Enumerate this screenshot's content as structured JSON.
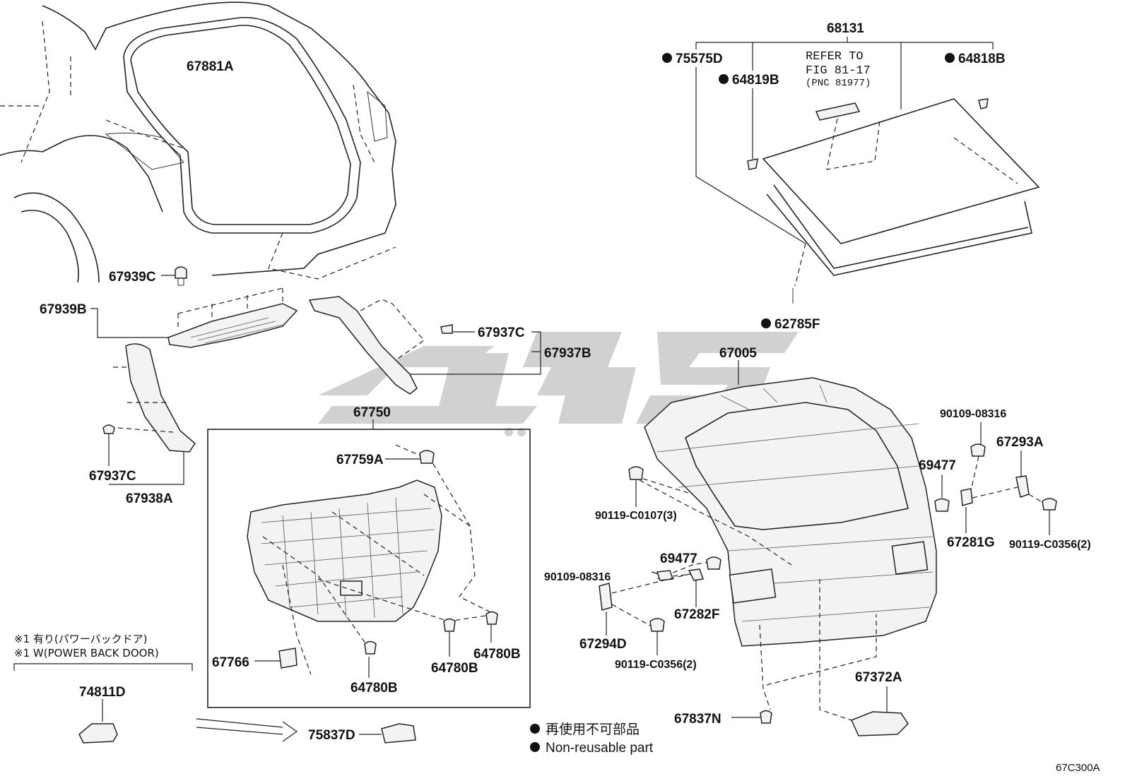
{
  "watermark": {
    "color": "#c9c9c9"
  },
  "accent_color": "#111111",
  "labels": {
    "p67881A": "67881A",
    "p67939C": "67939C",
    "p67939B": "67939B",
    "p67937C_top": "67937C",
    "p67937B": "67937B",
    "p67937C_left": "67937C",
    "p67938A": "67938A",
    "p67750": "67750",
    "p67759A": "67759A",
    "p67766": "67766",
    "p64780B_1": "64780B",
    "p64780B_2": "64780B",
    "p64780B_3": "64780B",
    "p74811D": "74811D",
    "p75837D": "75837D",
    "p68131": "68131",
    "p75575D": "75575D",
    "p64819B": "64819B",
    "p64818B": "64818B",
    "p62785F": "62785F",
    "p67005": "67005",
    "p90109_08316_r": "90109-08316",
    "p67293A": "67293A",
    "p69477_r": "69477",
    "p90119_C0107": "90119-C0107(3)",
    "p67281G": "67281G",
    "p90119_C0356_r": "90119-C0356(2)",
    "p69477_m": "69477",
    "p90109_08316_m": "90109-08316",
    "p67282F": "67282F",
    "p67294D": "67294D",
    "p90119_C0356_m": "90119-C0356(2)",
    "p67372A": "67372A",
    "p67837N": "67837N"
  },
  "refer": {
    "line1": "REFER TO",
    "line2": "FIG 81-17",
    "line3": "(PNC 81977)"
  },
  "notes": {
    "jp": "※1 有り(パワーバックドア)",
    "en": "※1 W(POWER BACK DOOR)"
  },
  "legend": {
    "jp": "再使用不可部品",
    "en": "Non-reusable part"
  },
  "figure_code": "67C300A"
}
